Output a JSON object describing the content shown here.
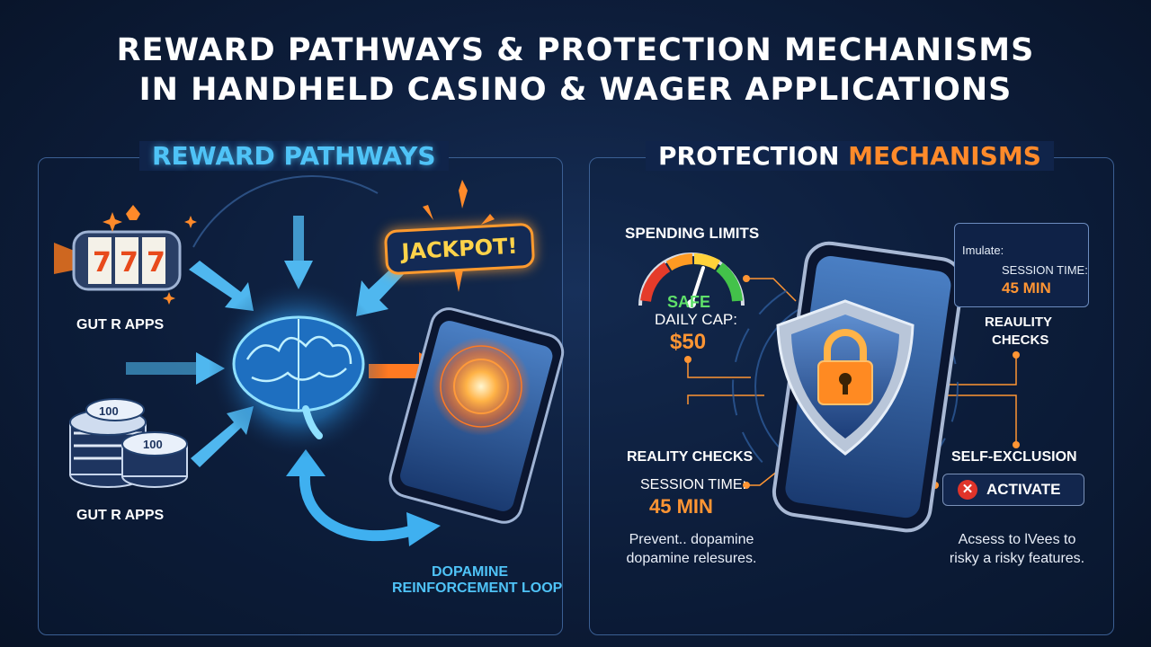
{
  "title": {
    "line1": "REWARD PATHWAYS & PROTECTION MECHANISMS",
    "line2": "IN HANDHELD CASINO & WAGER APPLICATIONS"
  },
  "left_panel": {
    "title": "REWARD PATHWAYS",
    "slot_label": "GUT R APPS",
    "chips_label": "GUT R APPS",
    "chip_value": "100",
    "jackpot": "JACKPOT!",
    "loop_line1": "DOPAMINE",
    "loop_line2": "REINFORCEMENT LOOP"
  },
  "right_panel": {
    "title_part1": "PROTECTION",
    "title_part2": "MECHANISMS",
    "spending_limits": "SPENDING LIMITS",
    "gauge_label": "SAFE",
    "daily_cap_label": "DAILY CAP:",
    "daily_cap_value": "$50",
    "window_title": "Imulate:",
    "window_session_label": "SESSION TIME:",
    "window_session_value": "45 MIN",
    "reality_checks_right_1": "REAULITY",
    "reality_checks_right_2": "CHECKS",
    "reality_checks_left": "REALITY CHECKS",
    "session_label": "SESSION TIME:",
    "session_value": "45 MIN",
    "self_exclusion": "SELF-EXCLUSION",
    "activate": "ACTIVATE",
    "prevent_line1": "Prevent.. dopamine",
    "prevent_line2": "dopamine relesures.",
    "access_line1": "Acsess to lVees to",
    "access_line2": "risky a risky features."
  },
  "colors": {
    "accent_blue": "#4fc3f7",
    "accent_orange": "#ff8a2a",
    "background": "#0d1d3a"
  },
  "icons": [
    "slot-machine-icon",
    "poker-chips-icon",
    "brain-icon",
    "smartphone-icon",
    "shield-lock-icon",
    "gauge-icon",
    "clock-icon",
    "close-icon",
    "sparkle-icon"
  ]
}
